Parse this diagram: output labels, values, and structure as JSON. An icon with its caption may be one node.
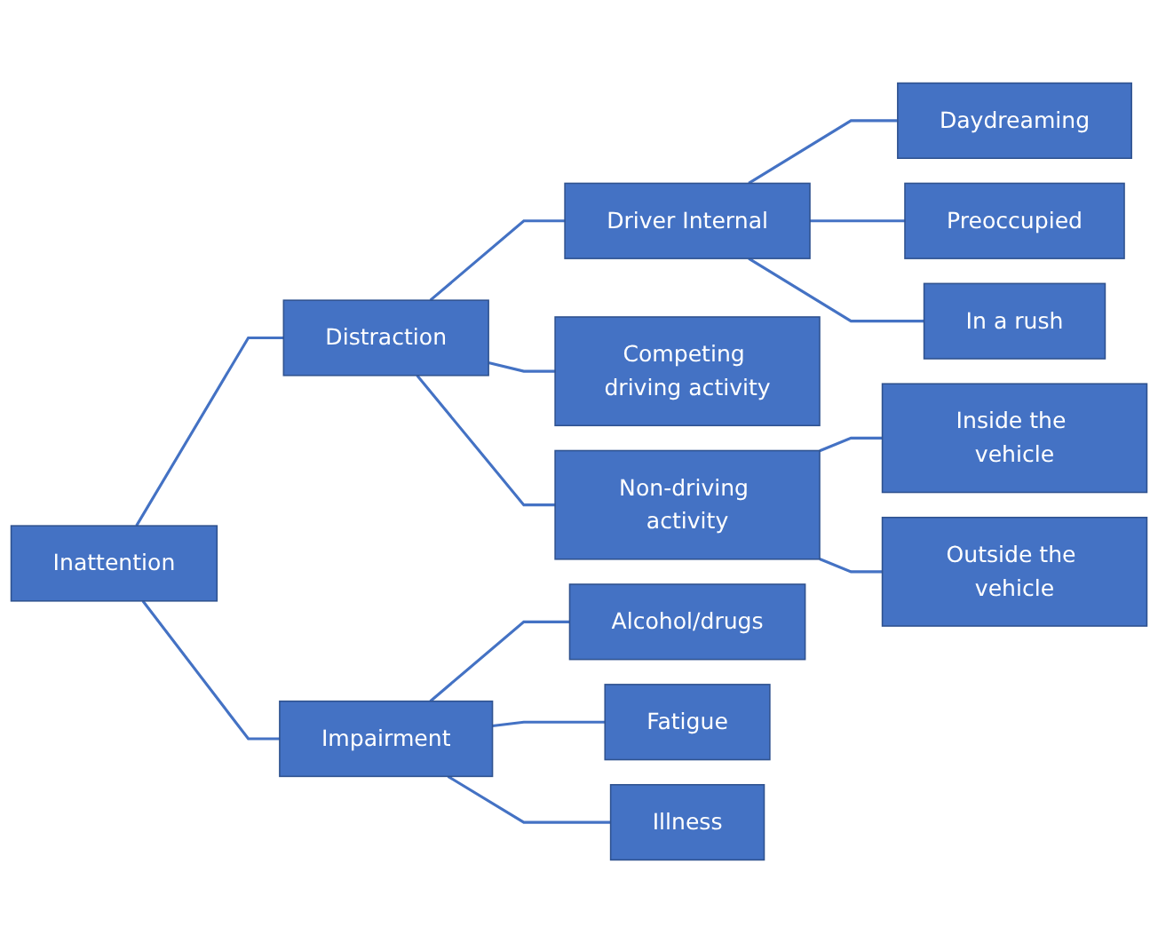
{
  "diagram": {
    "nodes": [
      {
        "text": [
          "Inattention"
        ]
      },
      {
        "text": [
          "Distraction"
        ]
      },
      {
        "text": [
          "Driver Internal"
        ]
      },
      {
        "text": [
          "Daydreaming"
        ]
      },
      {
        "text": [
          "Preoccupied"
        ]
      },
      {
        "text": [
          "In a rush"
        ]
      },
      {
        "text": [
          "Competing driving activity"
        ]
      },
      {
        "text": [
          "Non-driving activity"
        ]
      },
      {
        "text": [
          "Inside the vehicle"
        ]
      },
      {
        "text": [
          "Outside the vehicle"
        ]
      },
      {
        "text": [
          "Impairment"
        ]
      },
      {
        "text": [
          "Alcohol/drugs"
        ]
      },
      {
        "text": [
          "Fatigue"
        ]
      },
      {
        "text": [
          "Illness"
        ]
      }
    ],
    "edges": [
      {
        "from": 0,
        "to": 1,
        "arrow": "none"
      },
      {
        "from": 0,
        "to": 10,
        "arrow": "none"
      },
      {
        "from": 1,
        "to": 2,
        "arrow": "none"
      },
      {
        "from": 1,
        "to": 6,
        "arrow": "none"
      },
      {
        "from": 1,
        "to": 7,
        "arrow": "none"
      },
      {
        "from": 2,
        "to": 3,
        "arrow": "none"
      },
      {
        "from": 2,
        "to": 4,
        "arrow": "none"
      },
      {
        "from": 2,
        "to": 5,
        "arrow": "none"
      },
      {
        "from": 7,
        "to": 8,
        "arrow": "none"
      },
      {
        "from": 7,
        "to": 9,
        "arrow": "none"
      },
      {
        "from": 10,
        "to": 11,
        "arrow": "none"
      },
      {
        "from": 10,
        "to": 12,
        "arrow": "none"
      },
      {
        "from": 10,
        "to": 13,
        "arrow": "none"
      }
    ]
  }
}
